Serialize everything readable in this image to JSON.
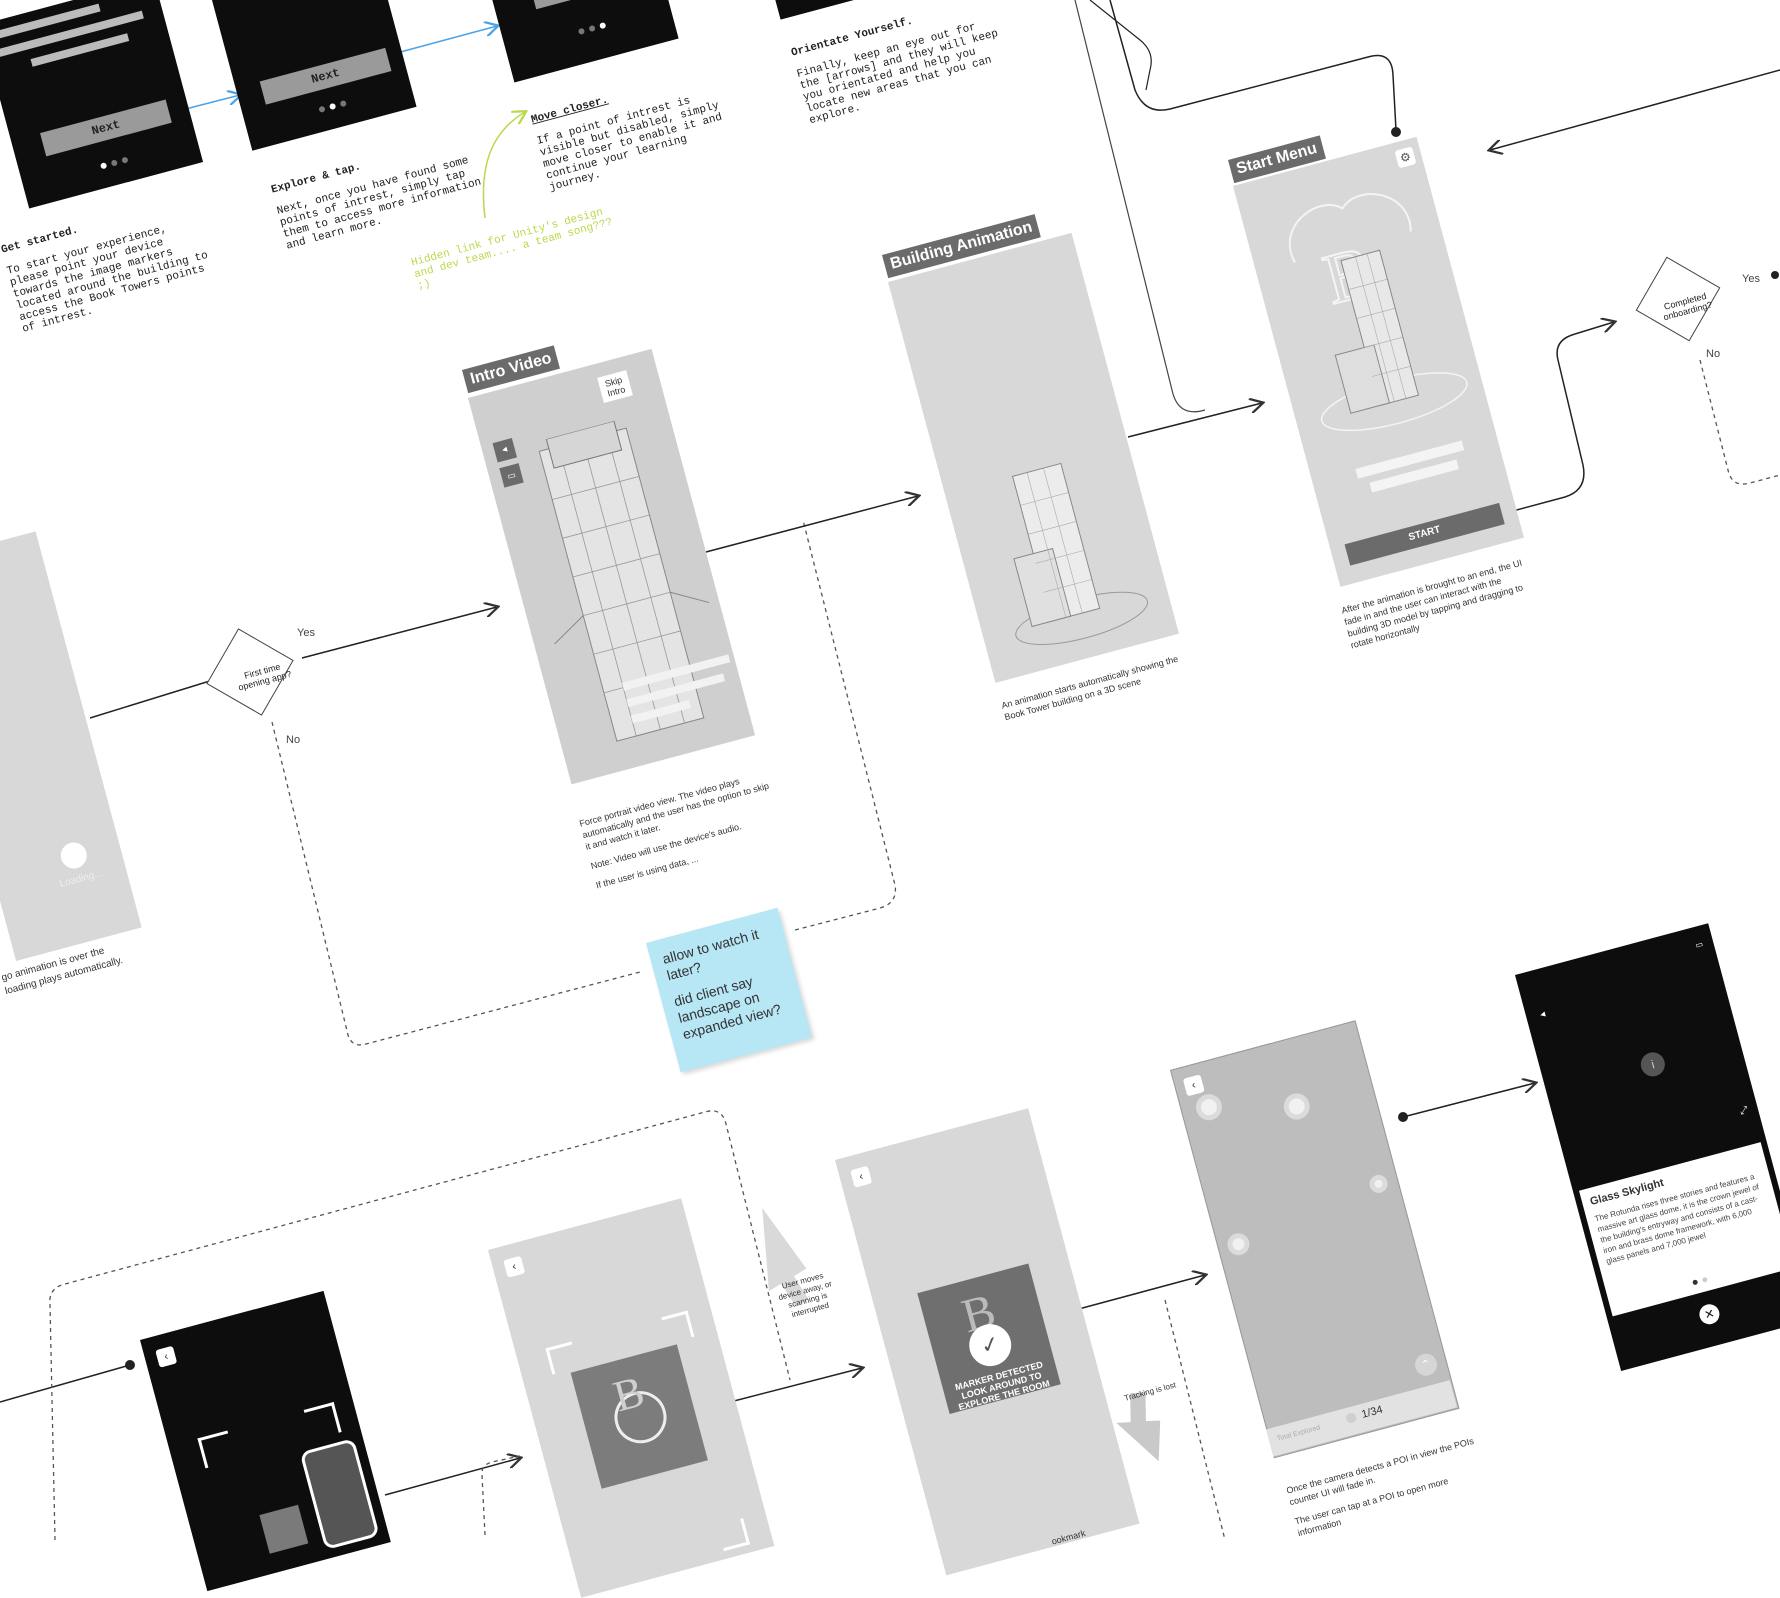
{
  "onboarding": {
    "next_label": "Next",
    "get_started_title": "Get started.",
    "get_started_body": "To start your experience, please point your device towards the image markers located around the building to access the Book Towers points of intrest.",
    "explore_title": "Explore & tap.",
    "explore_body": "Next, once you have found some points of intrest, simply tap them to access more information and learn more.",
    "move_closer_title": "Move closer.",
    "move_closer_body": "If a point of intrest is visible but disabled, simply move closer to enable it and continue your learning journey.",
    "orientate_title": "Orientate Yourself.",
    "orientate_body": "Finally, keep an eye out for the [arrows] and they will keep you orientated and help you locate new areas that you can explore.",
    "hidden_link_note": "Hidden link for Unity's design and dev team.... a team song??? ;)"
  },
  "intro_video": {
    "tag": "Intro Video",
    "skip_label": "Skip Intro",
    "caption_1": "Force portrait video view. The video plays automatically and the user has the option to skip it and watch it later.",
    "caption_2": "Note: Video will use the device's audio.",
    "caption_3": "If the user is using data, ..."
  },
  "building_animation": {
    "tag": "Building Animation",
    "caption": "An animation starts automatically showing the Book Tower building on a 3D scene"
  },
  "start_menu": {
    "tag": "Start Menu",
    "start_label": "START",
    "caption": "After the animation is brought to an end, the UI fade in and the user can interact with the building 3D model by tapping and dragging to rotate horizontally"
  },
  "loading": {
    "label": "Loading...",
    "caption": "go animation is over the loading plays automatically."
  },
  "decisions": {
    "first_time": "First time opening app?",
    "first_time_yes": "Yes",
    "first_time_no": "No",
    "completed_onboarding": "Completed onboarding?",
    "completed_yes": "Yes",
    "completed_no": "No"
  },
  "sticky": {
    "line_1": "allow to watch it later?",
    "line_2": "did client say landscape on expanded view?"
  },
  "ar": {
    "marker_detected": "MARKER DETECTED",
    "look_around": "LOOK AROUND TO",
    "explore_room": "EXPLORE THE ROOM",
    "user_moves_note": "User moves device away, or scanning is interrupted",
    "tracking_lost_note": "Tracking is lost",
    "bookmark_fragment": "ookmark",
    "total_explored_label": "Total Explored",
    "counter": "1/34",
    "poi_caption_1": "Once the camera detects a POI in view the POIs counter UI will fade in.",
    "poi_caption_2": "The user can tap at a POI to open more information"
  },
  "poi_detail": {
    "title": "Glass Skylight",
    "body": "The Rotunda rises three stories and features a massive art glass dome, it is the crown jewel of the building's entryway and consists of a cast-iron and brass dome framework, with 6,000 glass panels and 7,000 jewel"
  },
  "icons": [
    "settings-gear-icon",
    "back-arrow-icon",
    "mute-icon",
    "fullscreen-icon",
    "close-icon",
    "info-icon",
    "checkmark-icon",
    "expand-icon"
  ]
}
